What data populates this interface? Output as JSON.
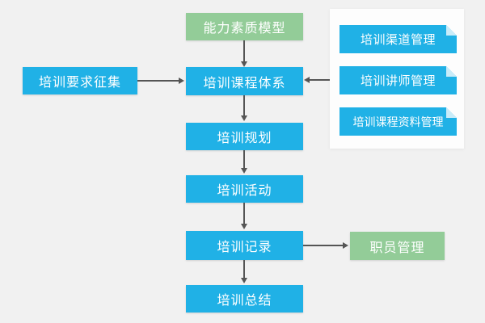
{
  "diagram": {
    "background_color": "#f1f1f1",
    "colors": {
      "process_box": "#20b1e6",
      "milestone_box": "#93cc98",
      "note_fold": "#c9ecf9",
      "panel": "#fdfdfd",
      "arrow": "#555555",
      "text": "#ffffff"
    },
    "nodes": {
      "model": {
        "label": "能力素质模型"
      },
      "requirements": {
        "label": "培训要求征集"
      },
      "course": {
        "label": "培训课程体系"
      },
      "plan": {
        "label": "培训规划"
      },
      "activity": {
        "label": "培训活动"
      },
      "record": {
        "label": "培训记录"
      },
      "summary": {
        "label": "培训总结"
      },
      "staff": {
        "label": "职员管理"
      }
    },
    "notes": [
      {
        "label": "培训渠道管理"
      },
      {
        "label": "培训讲师管理"
      },
      {
        "label": "培训课程资料管理"
      }
    ],
    "edges": [
      {
        "from": "model",
        "to": "course"
      },
      {
        "from": "requirements",
        "to": "course"
      },
      {
        "from": "panel",
        "to": "course"
      },
      {
        "from": "course",
        "to": "plan"
      },
      {
        "from": "plan",
        "to": "activity"
      },
      {
        "from": "activity",
        "to": "record"
      },
      {
        "from": "record",
        "to": "summary"
      },
      {
        "from": "record",
        "to": "staff"
      }
    ]
  }
}
